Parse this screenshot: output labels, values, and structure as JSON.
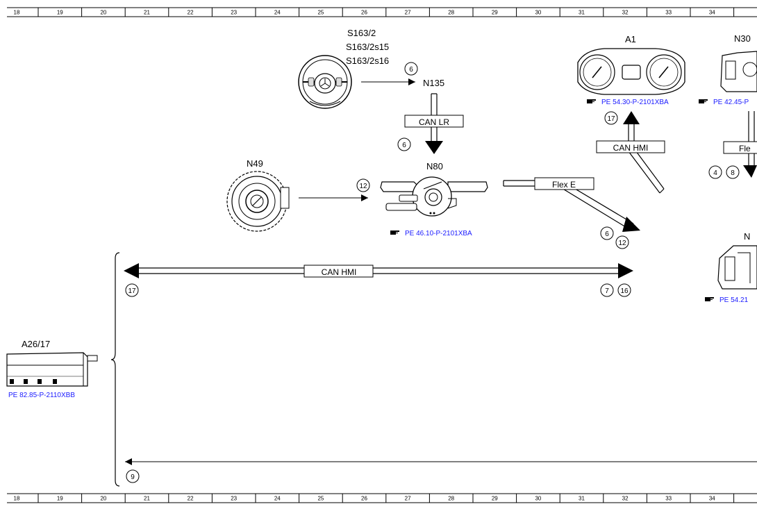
{
  "grid": {
    "top": [
      "18",
      "19",
      "20",
      "21",
      "22",
      "23",
      "24",
      "25",
      "26",
      "27",
      "28",
      "29",
      "30",
      "31",
      "32",
      "33",
      "34",
      ""
    ],
    "bottom": [
      "18",
      "19",
      "20",
      "21",
      "22",
      "23",
      "24",
      "25",
      "26",
      "27",
      "28",
      "29",
      "30",
      "31",
      "32",
      "33",
      "34",
      ""
    ]
  },
  "components": {
    "steering_wheel": {
      "label_1": "S163/2",
      "label_2": "S163/2s15",
      "label_3": "S163/2s16"
    },
    "n135": {
      "label": "N135"
    },
    "n49": {
      "label": "N49"
    },
    "n80": {
      "label": "N80",
      "ref": "PE 46.10-P-2101XBA"
    },
    "a1": {
      "label": "A1",
      "ref": "PE 54.30-P-2101XBA"
    },
    "n30": {
      "label": "N30",
      "ref": "PE 42.45-P"
    },
    "n_right": {
      "label": "N",
      "ref": "PE 54.21"
    },
    "a26_17": {
      "label": "A26/17",
      "ref": "PE 82.85-P-2110XBB"
    }
  },
  "buses": {
    "can_lr": "CAN LR",
    "flex_e": "Flex E",
    "can_hmi_a1": "CAN HMI",
    "flex_right": "Fle",
    "can_hmi_main": "CAN HMI"
  },
  "pins": {
    "steering_out": "6",
    "can_lr_in": "6",
    "n49_out": "12",
    "flex_e_a": "6",
    "flex_e_b": "12",
    "a1_in": "17",
    "n30_a": "4",
    "n30_b": "8",
    "hmi_left": "17",
    "hmi_right_a": "7",
    "hmi_right_b": "16",
    "bottom_line": "9"
  },
  "icons": {
    "reference": "pointing-hand-icon"
  }
}
